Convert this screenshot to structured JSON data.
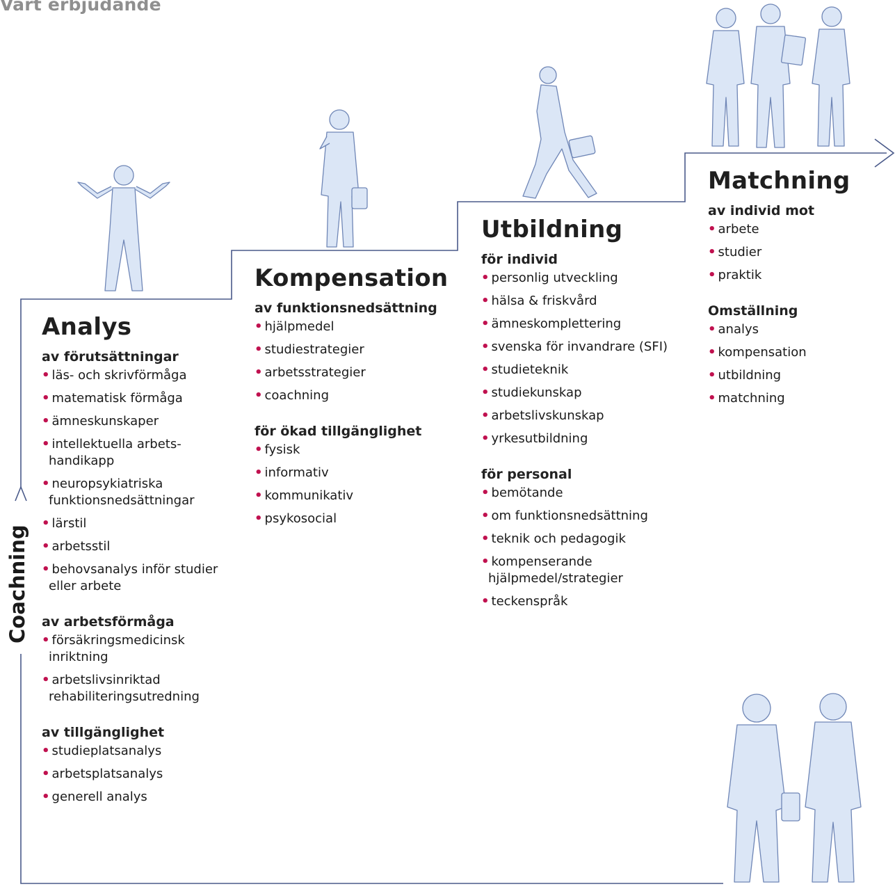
{
  "title": "Vårt erbjudande",
  "side_label": "Coachning",
  "colors": {
    "bullet": "#c0114f",
    "line": "#4a5a8a",
    "figure_fill": "#dbe6f6",
    "figure_stroke": "#6f86b6",
    "title": "#8f8f8f"
  },
  "icons": [
    "person-shrugging-icon",
    "person-on-phone-icon",
    "person-walking-icon",
    "group-of-three-icon",
    "pair-standing-icon",
    "arrow-right-icon"
  ],
  "columns": [
    {
      "heading": "Analys",
      "groups": [
        {
          "title": "av förutsättningar",
          "items": [
            "läs- och skrivförmåga",
            "matematisk förmåga",
            "ämneskunskaper",
            "intellektuella arbets-\nhandikapp",
            "neuropsykiatriska\nfunktionsnedsättningar",
            "lärstil",
            "arbetsstil",
            "behovsanalys inför studier\neller arbete"
          ]
        },
        {
          "title": "av arbetsförmåga",
          "items": [
            "försäkringsmedicinsk\ninriktning",
            "arbetslivsinriktad\nrehabiliteringsutredning"
          ]
        },
        {
          "title": "av tillgänglighet",
          "items": [
            "studieplatsanalys",
            "arbetsplatsanalys",
            "generell analys"
          ]
        }
      ]
    },
    {
      "heading": "Kompensation",
      "groups": [
        {
          "title": "av funktionsnedsättning",
          "items": [
            "hjälpmedel",
            "studiestrategier",
            "arbetsstrategier",
            "coachning"
          ]
        },
        {
          "title": "för ökad tillgänglighet",
          "items": [
            "fysisk",
            "informativ",
            "kommunikativ",
            "psykosocial"
          ]
        }
      ]
    },
    {
      "heading": "Utbildning",
      "groups": [
        {
          "title": "för individ",
          "items": [
            "personlig utveckling",
            "hälsa & friskvård",
            "ämneskomplettering",
            "svenska för invandrare (SFI)",
            "studieteknik",
            "studiekunskap",
            "arbetslivskunskap",
            "yrkesutbildning"
          ]
        },
        {
          "title": "för personal",
          "items": [
            "bemötande",
            "om funktionsnedsättning",
            "teknik och pedagogik",
            "kompenserande\nhjälpmedel/strategier",
            "teckenspråk"
          ]
        }
      ]
    },
    {
      "heading": "Matchning",
      "groups": [
        {
          "title": "av individ mot",
          "items": [
            "arbete",
            "studier",
            "praktik"
          ]
        },
        {
          "title": "Omställning",
          "items": [
            "analys",
            "kompensation",
            "utbildning",
            "matchning"
          ]
        }
      ]
    }
  ]
}
